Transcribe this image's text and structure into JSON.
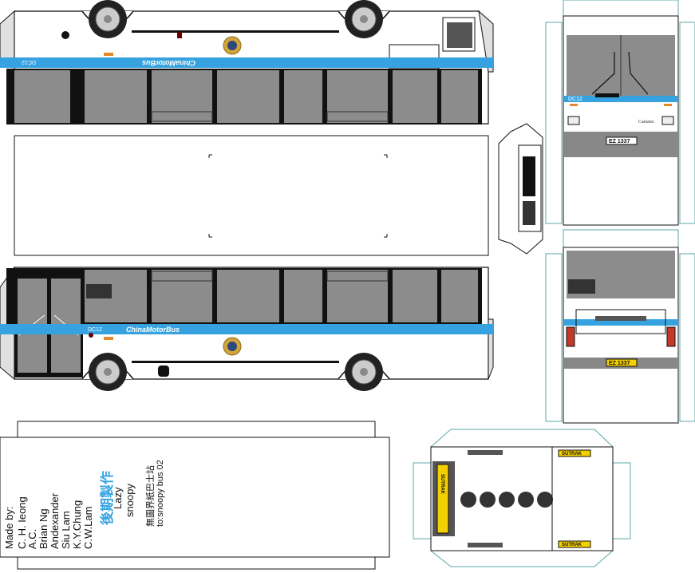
{
  "vehicle": {
    "route_code": "DC12",
    "brand": "ChinaMotorBus",
    "plate": "EZ 1337",
    "maker_badge": "Caetano",
    "ac_brand": "SUTRAK"
  },
  "credits": {
    "made_by": "Made by:",
    "people": [
      "C. H. Ieong",
      "A.C.",
      "Brian Ng",
      "Andexander",
      "Siu Lam",
      "K.Y.Chung",
      "C.W.Lam"
    ],
    "post_production": "後期製作",
    "post_people": [
      "Lazy",
      "snoopy"
    ],
    "site_name": "無圖界紙巴士站",
    "site_url": "to:snoopy bus 02"
  },
  "colors": {
    "livery_blue": "#36a3e0",
    "body_white": "#ffffff",
    "window_grey": "#8c8c8c",
    "frame_black": "#111111",
    "tab_teal": "#5aa8a8",
    "plate_yellow": "#f5d000"
  }
}
